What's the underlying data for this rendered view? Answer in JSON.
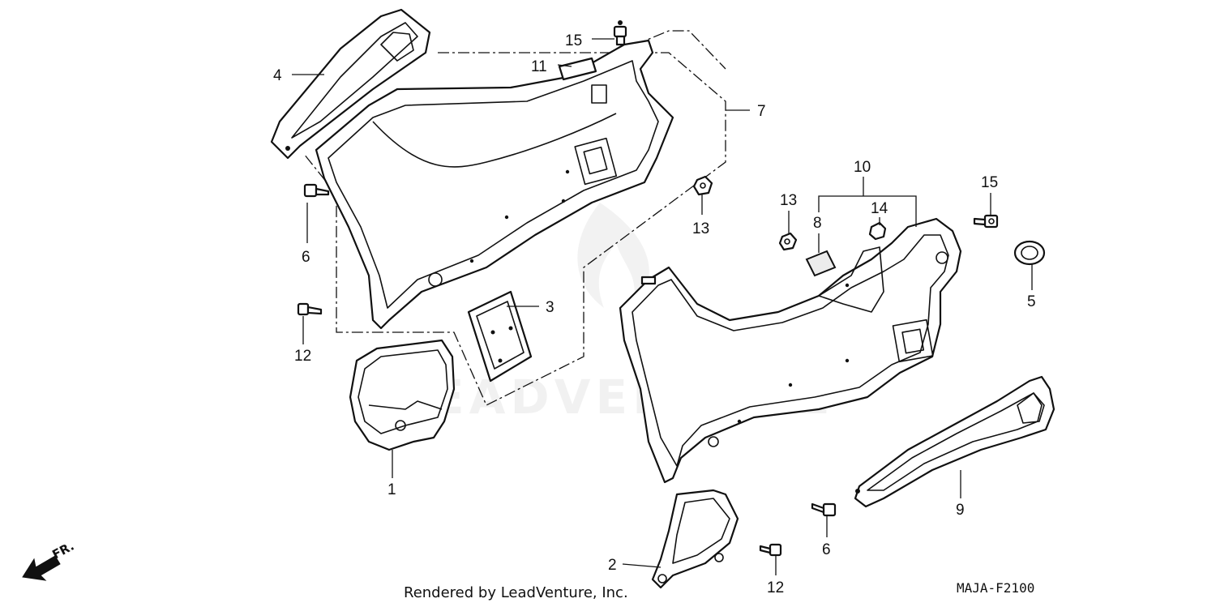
{
  "diagram": {
    "callouts": {
      "p1": "1",
      "p2": "2",
      "p3": "3",
      "p4": "4",
      "p5": "5",
      "p6a": "6",
      "p6b": "6",
      "p7": "7",
      "p8": "8",
      "p9": "9",
      "p10": "10",
      "p11": "11",
      "p12a": "12",
      "p12b": "12",
      "p13a": "13",
      "p13b": "13",
      "p14": "14",
      "p15a": "15",
      "p15b": "15"
    },
    "direction_label": "FR.",
    "credit": "Rendered by LeadVenture, Inc.",
    "diagram_code": "MAJA-F2100",
    "watermark": "LEADVENTURE"
  }
}
